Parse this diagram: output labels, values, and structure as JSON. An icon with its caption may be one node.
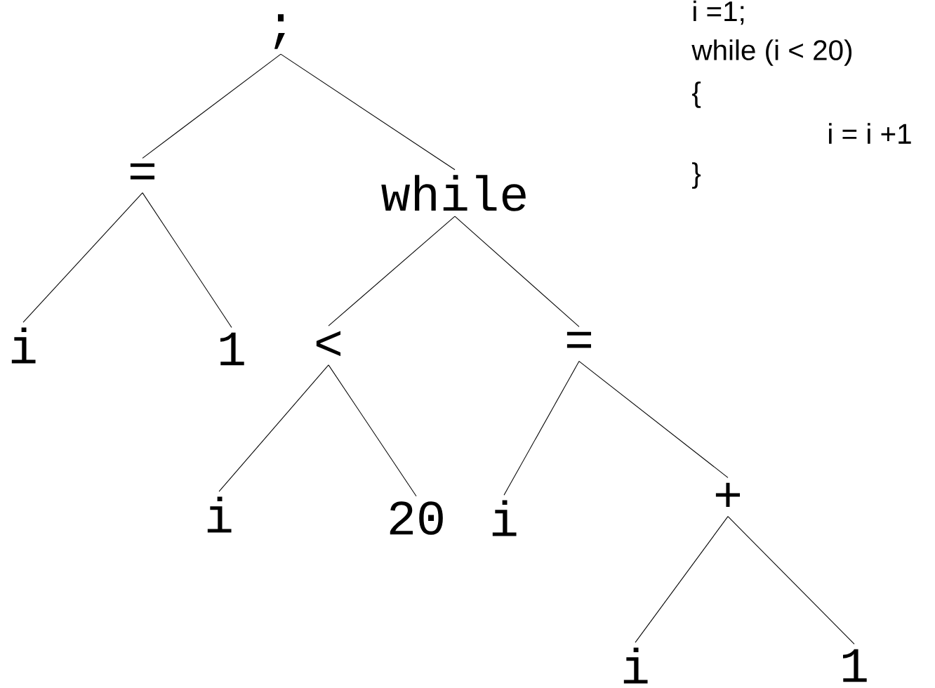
{
  "diagram": {
    "nodes": [
      {
        "text": [
          ";"
        ]
      },
      {
        "text": [
          "="
        ]
      },
      {
        "text": [
          "while"
        ]
      },
      {
        "text": [
          "i"
        ]
      },
      {
        "text": [
          "1"
        ]
      },
      {
        "text": [
          "<"
        ]
      },
      {
        "text": [
          "="
        ]
      },
      {
        "text": [
          "i"
        ]
      },
      {
        "text": [
          "20"
        ]
      },
      {
        "text": [
          "i"
        ]
      },
      {
        "text": [
          "+"
        ]
      },
      {
        "text": [
          "i"
        ]
      },
      {
        "text": [
          "1"
        ]
      }
    ],
    "edges": [
      {
        "from": 0,
        "to": 1,
        "arrow": "none"
      },
      {
        "from": 0,
        "to": 2,
        "arrow": "none"
      },
      {
        "from": 1,
        "to": 3,
        "arrow": "none"
      },
      {
        "from": 1,
        "to": 4,
        "arrow": "none"
      },
      {
        "from": 2,
        "to": 5,
        "arrow": "none"
      },
      {
        "from": 2,
        "to": 6,
        "arrow": "none"
      },
      {
        "from": 5,
        "to": 7,
        "arrow": "none"
      },
      {
        "from": 5,
        "to": 8,
        "arrow": "none"
      },
      {
        "from": 6,
        "to": 9,
        "arrow": "none"
      },
      {
        "from": 6,
        "to": 10,
        "arrow": "none"
      },
      {
        "from": 10,
        "to": 11,
        "arrow": "none"
      },
      {
        "from": 10,
        "to": 12,
        "arrow": "none"
      }
    ],
    "labels": [
      "i =1;",
      "while (i < 20)",
      "{",
      "i = i +1",
      "}"
    ]
  }
}
